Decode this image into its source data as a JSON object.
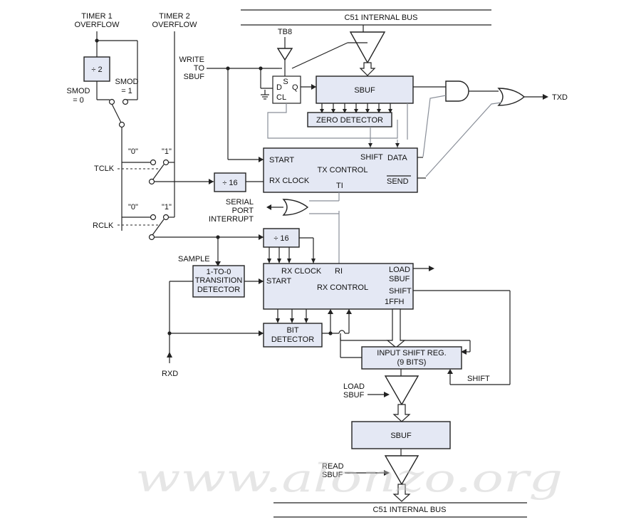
{
  "buses": {
    "top": "C51 INTERNAL BUS",
    "bottom": "C51 INTERNAL BUS"
  },
  "labels": {
    "timer1": [
      "TIMER 1",
      "OVERFLOW"
    ],
    "timer2": [
      "TIMER 2",
      "OVERFLOW"
    ],
    "div2": "÷ 2",
    "smod0": [
      "SMOD",
      "= 0"
    ],
    "smod1": [
      "SMOD",
      "= 1"
    ],
    "tb8": "TB8",
    "write_sbuf": [
      "WRITE",
      "TO",
      "SBUF"
    ],
    "ff_s": "S",
    "ff_d": "D",
    "ff_q": "Q",
    "ff_cl": "CL",
    "sbuf_tx": "SBUF",
    "zero_detector": "ZERO DETECTOR",
    "txd": "TXD",
    "tclk_sel0": "\"0\"",
    "tclk_sel1": "\"1\"",
    "tclk": "TCLK",
    "div16_tx": "÷ 16",
    "tx_start": "START",
    "tx_shift": "SHIFT",
    "tx_data": "DATA",
    "tx_control": "TX CONTROL",
    "tx_rxclock": "RX CLOCK",
    "tx_ti": "TI",
    "tx_send": "SEND",
    "serial_int": [
      "SERIAL",
      "PORT",
      "INTERRUPT"
    ],
    "rclk_sel0": "\"0\"",
    "rclk_sel1": "\"1\"",
    "rclk": "RCLK",
    "div16_rx": "÷ 16",
    "sample": "SAMPLE",
    "transition_det": [
      "1-TO-0",
      "TRANSITION",
      "DETECTOR"
    ],
    "rx_clock": "RX CLOCK",
    "rx_ri": "RI",
    "rx_start": "START",
    "rx_control": "RX CONTROL",
    "rx_load": "LOAD",
    "rx_sbuf": "SBUF",
    "rx_shift": "SHIFT",
    "rx_1ffh": "1FFH",
    "bit_detector": [
      "BIT",
      "DETECTOR"
    ],
    "rxd": "RXD",
    "input_shift": [
      "INPUT SHIFT REG.",
      "(9 BITS)"
    ],
    "shift_fb": "SHIFT",
    "load_sbuf": [
      "LOAD",
      "SBUF"
    ],
    "sbuf_rx": "SBUF",
    "read_sbuf": [
      "READ",
      "SBUF"
    ]
  },
  "watermark": "www.alonzo.org"
}
